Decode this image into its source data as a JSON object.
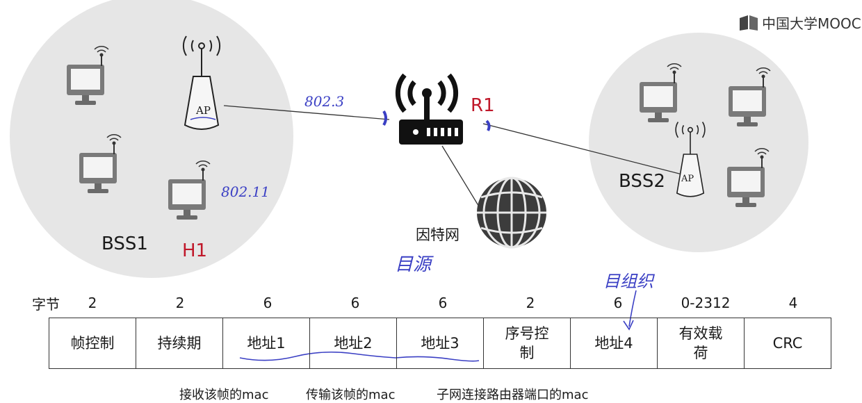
{
  "logo": {
    "text": "中国大学MOOC"
  },
  "network": {
    "bss1_label": "BSS1",
    "bss2_label": "BSS2",
    "host_label": "H1",
    "router_label": "R1",
    "internet_label": "因特网",
    "ap_label": "AP",
    "annotation_8023": "802.3",
    "annotation_80211": "802.11",
    "annotation_src": "目源",
    "annotation_dst": "目组织"
  },
  "frame": {
    "bytes_label": "字节",
    "fields": [
      {
        "bytes": "2",
        "name": "帧控制"
      },
      {
        "bytes": "2",
        "name": "持续期"
      },
      {
        "bytes": "6",
        "name": "地址1"
      },
      {
        "bytes": "6",
        "name": "地址2"
      },
      {
        "bytes": "6",
        "name": "地址3"
      },
      {
        "bytes": "2",
        "name": "序号控制"
      },
      {
        "bytes": "6",
        "name": "地址4"
      },
      {
        "bytes": "0-2312",
        "name": "有效载荷"
      },
      {
        "bytes": "4",
        "name": "CRC"
      }
    ]
  },
  "notes": {
    "addr1": "接收该帧的mac",
    "addr2": "传输该帧的mac",
    "addr3": "子网连接路由器端口的mac"
  },
  "colors": {
    "annotation": "#3a3fc4",
    "highlight": "#c0182a",
    "bss_fill": "#e6e6e6"
  }
}
